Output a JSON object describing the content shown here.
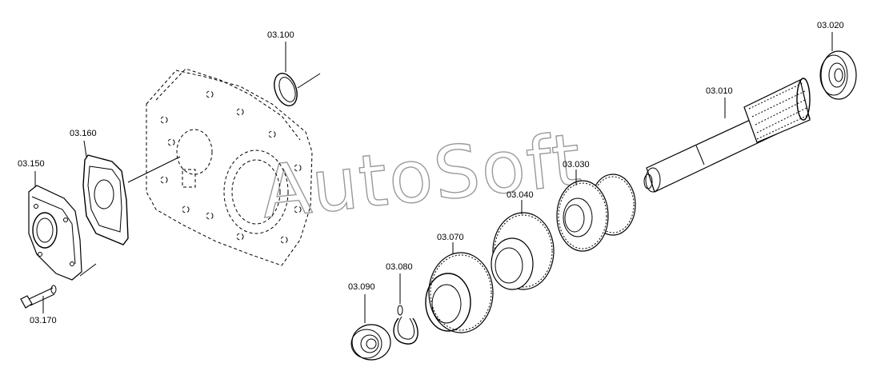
{
  "watermark": {
    "text": "AutoSoft"
  },
  "parts": [
    {
      "id": "03.010",
      "icon": "input-shaft"
    },
    {
      "id": "03.020",
      "icon": "ball-bearing"
    },
    {
      "id": "03.030",
      "icon": "gear"
    },
    {
      "id": "03.040",
      "icon": "gear"
    },
    {
      "id": "03.070",
      "icon": "gear"
    },
    {
      "id": "03.080",
      "icon": "snap-ring"
    },
    {
      "id": "03.090",
      "icon": "ball-bearing"
    },
    {
      "id": "03.100",
      "icon": "sealing-ring"
    },
    {
      "id": "03.150",
      "icon": "cover"
    },
    {
      "id": "03.160",
      "icon": "gasket"
    },
    {
      "id": "03.170",
      "icon": "bolt"
    }
  ]
}
